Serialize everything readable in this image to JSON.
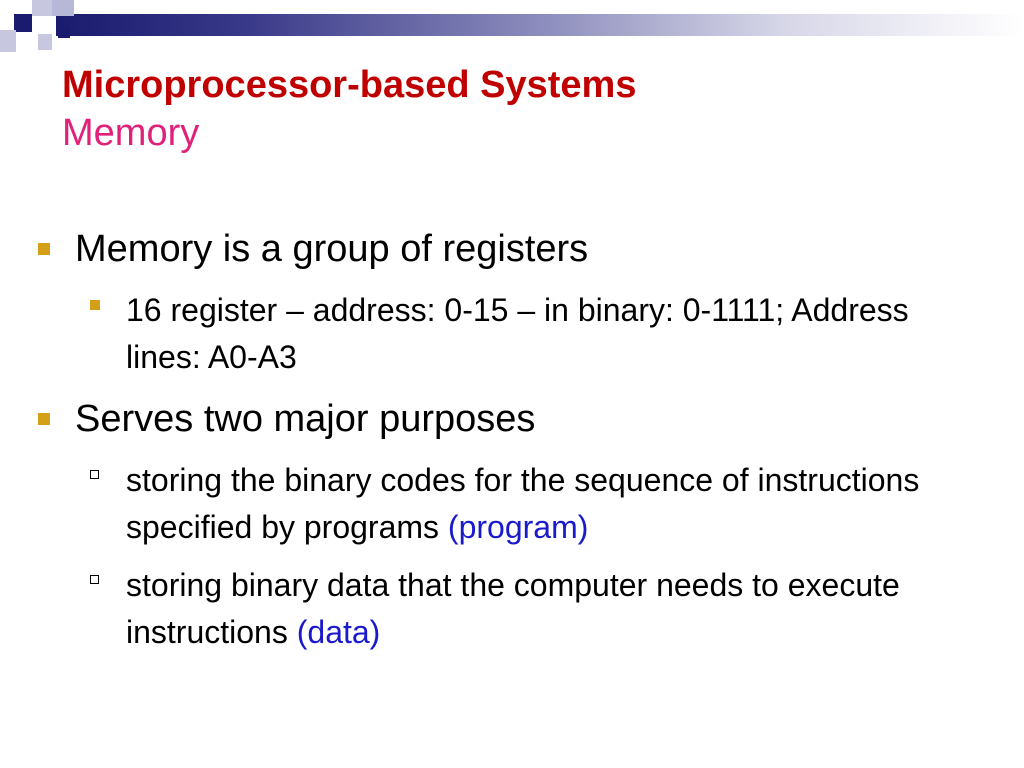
{
  "colors": {
    "title": "#c00000",
    "subtitle": "#e0217a",
    "bullet": "#d4a017",
    "accent": "#1a1acc",
    "banner_dark": "#1a1a6e"
  },
  "slide": {
    "title": "Microprocessor-based Systems",
    "subtitle": "Memory",
    "bullets": [
      {
        "text": "Memory is a group of registers",
        "sub": [
          {
            "text": "16 register – address: 0-15 – in binary: 0-1111; Address lines: A0-A3",
            "marker": "square-bullet"
          }
        ]
      },
      {
        "text": "Serves two major purposes",
        "sub": [
          {
            "text": "storing the binary codes for the sequence of instructions specified by programs",
            "accent": "(program)",
            "marker": "hollow-square-bullet"
          },
          {
            "text": "storing binary data that the computer needs to execute instructions",
            "accent": "(data)",
            "marker": "hollow-square-bullet"
          }
        ]
      }
    ]
  }
}
